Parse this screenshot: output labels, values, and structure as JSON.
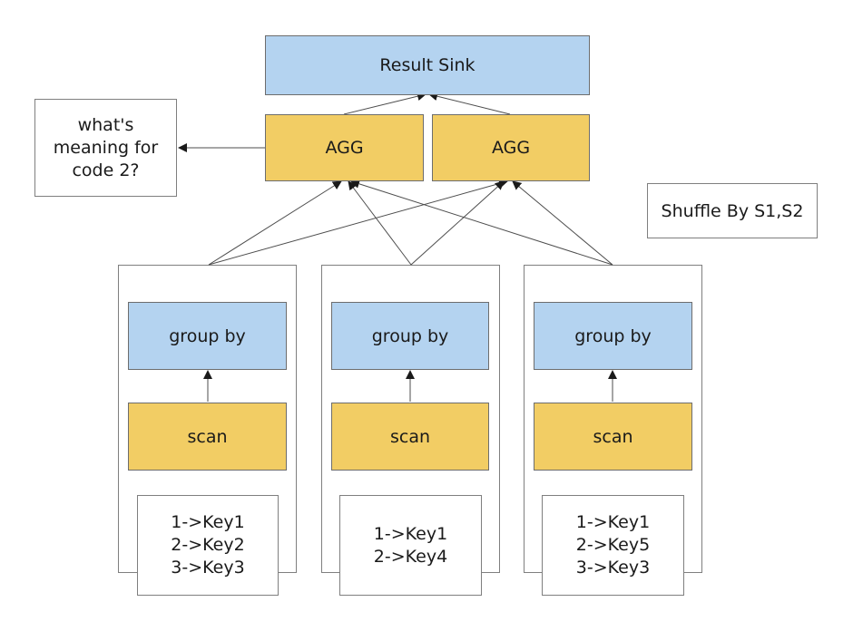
{
  "result_sink": {
    "label": "Result Sink"
  },
  "agg_nodes": [
    {
      "label": "AGG"
    },
    {
      "label": "AGG"
    }
  ],
  "question": {
    "lines": [
      "what's",
      "meaning for",
      "code 2?"
    ]
  },
  "shuffle_note": {
    "label": "Shuffle By S1,S2"
  },
  "scan_nodes": [
    {
      "group_by_label": "group by",
      "scan_label": "scan",
      "keys": [
        "1->Key1",
        "2->Key2",
        "3->Key3"
      ]
    },
    {
      "group_by_label": "group by",
      "scan_label": "scan",
      "keys": [
        "1->Key1",
        "2->Key4"
      ]
    },
    {
      "group_by_label": "group by",
      "scan_label": "scan",
      "keys": [
        "1->Key1",
        "2->Key5",
        "3->Key3"
      ]
    }
  ],
  "colors": {
    "blue_fill": "#b4d3f0",
    "yellow_fill": "#f2cd64",
    "edge": "#4d4d4d"
  }
}
